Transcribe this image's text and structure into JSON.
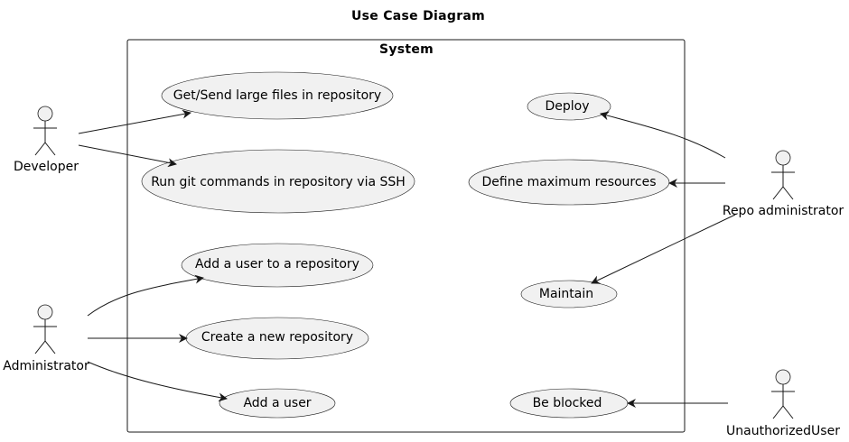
{
  "title": "Use Case Diagram",
  "system": {
    "label": "System"
  },
  "actors": {
    "developer": "Developer",
    "administrator": "Administrator",
    "repo_admin": "Repo administrator",
    "unauthorized": "UnauthorizedUser"
  },
  "use_cases": {
    "get_send": "Get/Send large files in repository",
    "run_git": "Run git commands in repository via SSH",
    "add_user_repo": "Add a user to a repository",
    "create_repo": "Create a new repository",
    "add_user": "Add a user",
    "deploy": "Deploy",
    "define_max": "Define maximum resources",
    "maintain": "Maintain",
    "blocked": "Be blocked"
  },
  "colors": {
    "fill": "#f1f1f1",
    "stroke": "#181818",
    "background": "#ffffff"
  }
}
